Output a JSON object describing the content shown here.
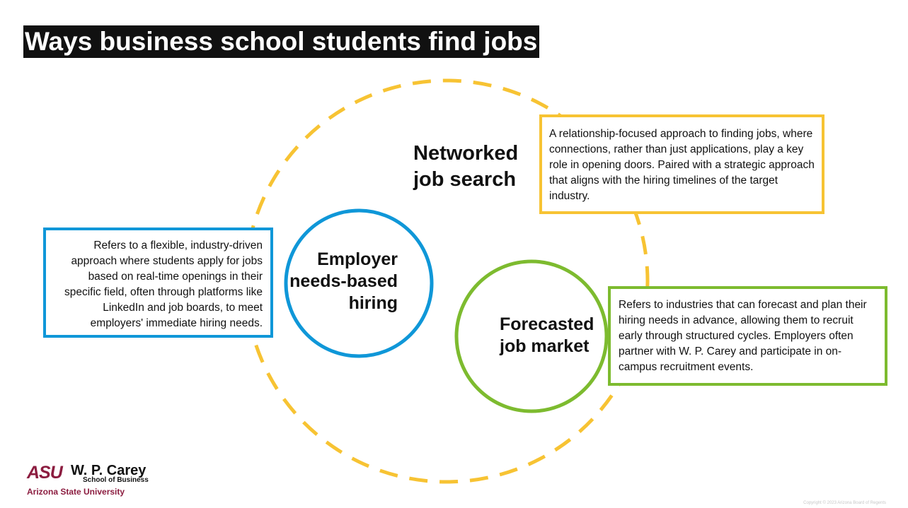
{
  "title": "Ways business school students find jobs",
  "colors": {
    "yellow": "#F7C333",
    "blue": "#0F97D8",
    "green": "#7DBB2F",
    "maroon": "#8C1D40",
    "title_bg": "#111111"
  },
  "networked": {
    "label_line1": "Networked",
    "label_line2": "job search",
    "description": "A relationship-focused approach to finding jobs, where connections, rather than just applications, play a key role in opening doors. Paired with a strategic approach that aligns with the hiring timelines of the target industry."
  },
  "employer": {
    "label_line1": "Employer",
    "label_line2": "needs-based",
    "label_line3": "hiring",
    "description": "Refers to a flexible, industry-driven approach where students apply for jobs based on real-time openings in their specific field, often through platforms like LinkedIn and job boards, to meet employers' immediate hiring needs."
  },
  "forecasted": {
    "label_line1": "Forecasted",
    "label_line2": "job market",
    "description": "Refers to industries that can forecast and plan their hiring needs in advance, allowing them to recruit early through structured cycles. Employers often partner with W. P. Carey and participate in on-campus recruitment events."
  },
  "logo": {
    "mark": "ASU",
    "name": "W. P. Carey",
    "school": "School of Business",
    "university": "Arizona State University"
  },
  "copyright": "Copyright © 2023 Arizona Board of Regents"
}
